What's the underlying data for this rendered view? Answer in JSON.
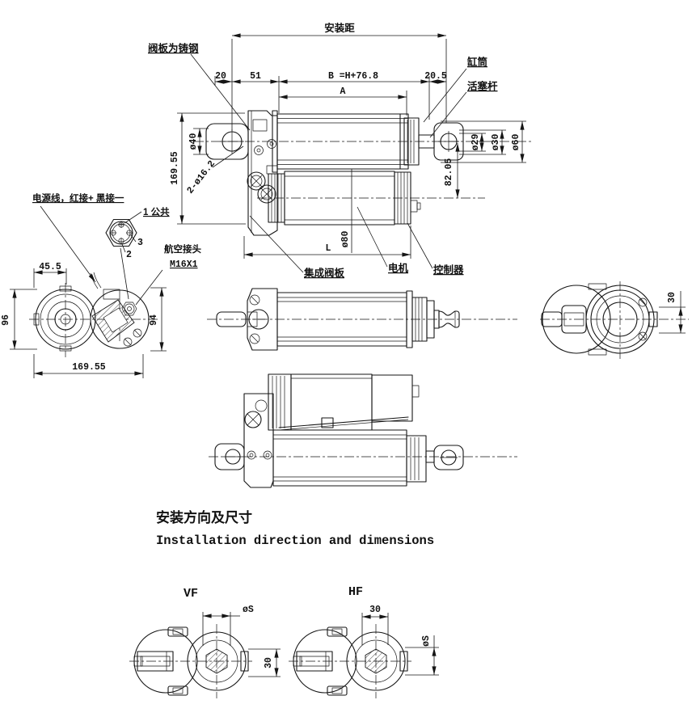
{
  "main_view": {
    "labels": {
      "valve_plate_note": "阀板为铸钢",
      "cylinder_tube": "缸筒",
      "piston_rod": "活塞杆",
      "integrated_valve_plate": "集成阀板",
      "motor": "电机",
      "controller": "控制器"
    },
    "dims": {
      "install_distance": "安装距",
      "d20": "20",
      "d51": "51",
      "dB": "B =H+76.8",
      "d20_5": "20.5",
      "dA": "A",
      "d169_55": "169.55",
      "d40": "ø40",
      "d2_16_2": "2-ø16.2",
      "d29": "ø29",
      "d30": "ø30",
      "d60": "ø60",
      "d82_05": "82.05",
      "d80": "ø80",
      "dL": "L"
    }
  },
  "connector_detail": {
    "power_wire": "电源线，红接+ 黑接一",
    "pin1": "1 公共",
    "pin3": "3",
    "pin2": "2",
    "aviation_connector": "航空接头",
    "thread": "M16X1"
  },
  "motor_end_view": {
    "d45_5": "45.5",
    "d96": "96",
    "d94": "94",
    "d169_55": "169.55"
  },
  "rod_end_view": {
    "d30": "30"
  },
  "caption": {
    "zh": "安装方向及尺寸",
    "en": "Installation direction and dimensions"
  },
  "mount_views": {
    "vf": {
      "label": "VF",
      "hole": "øS",
      "width": "30"
    },
    "hf": {
      "label": "HF",
      "width": "30",
      "hole": "øS"
    }
  }
}
